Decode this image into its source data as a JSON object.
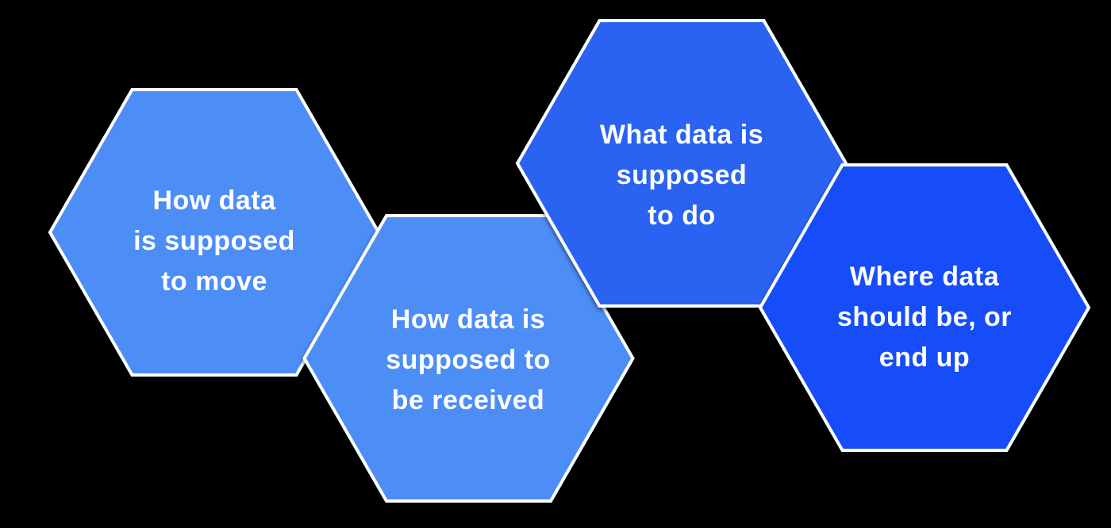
{
  "diagram": {
    "background_color": "#000000",
    "border_color": "#ffffff",
    "text_color": "#ffffff",
    "hexagons": [
      {
        "label": "How data\nis supposed\nto move",
        "fill": "#4d8df6"
      },
      {
        "label": "How data is\nsupposed to\nbe received",
        "fill": "#4d8df6"
      },
      {
        "label": "What data is\nsupposed\nto do",
        "fill": "#2a63f2"
      },
      {
        "label": "Where data\nshould be, or\nend up",
        "fill": "#134ef8"
      }
    ]
  }
}
